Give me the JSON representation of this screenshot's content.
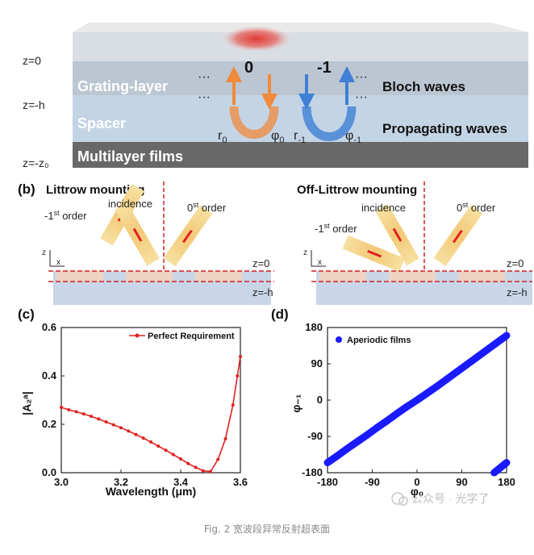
{
  "panel_a": {
    "z_labels": [
      "z=0",
      "z=-h",
      "z=-z₀"
    ],
    "layers": [
      "Grating-layer",
      "Spacer",
      "Multilayer films"
    ],
    "orders": [
      "0",
      "-1"
    ],
    "ellipsis": "···",
    "phase_labels": {
      "r0_main": "r",
      "r0_sub": "0",
      "phi0_main": "φ",
      "phi0_sub": "0",
      "rm1_main": "r",
      "rm1_sub": "-1",
      "phim1_main": "φ",
      "phim1_sub": "-1"
    },
    "wave_labels": [
      "Bloch waves",
      "Propagating waves"
    ],
    "colors": {
      "orange": "#f08a3c",
      "blue": "#3f7fd6",
      "laser": "#e0302a"
    }
  },
  "panel_b": {
    "label": "(b)",
    "left": {
      "title": "Littrow mounting",
      "beams": [
        "-1st order",
        "incidence",
        "0st order"
      ],
      "beam_main": [
        "-1",
        "incidence",
        "0"
      ],
      "beam_sup": [
        "st",
        "",
        "st"
      ],
      "beam_suffix": [
        " order",
        "",
        " order"
      ]
    },
    "right": {
      "title": "Off-Littrow mounting",
      "beam_main": [
        "-1",
        "incidence",
        "0"
      ],
      "beam_sup": [
        "st",
        "",
        "st"
      ],
      "beam_suffix": [
        " order",
        "",
        " order"
      ]
    },
    "z_labels": [
      "z=0",
      "z=-h"
    ],
    "axis_labels": {
      "z": "z",
      "x": "x"
    }
  },
  "chart_data": [
    {
      "type": "line",
      "panel": "(c)",
      "xlabel": "Wavelength (μm)",
      "ylabel": "|A₂ᵃ|",
      "xlim": [
        3.0,
        3.6
      ],
      "ylim": [
        0.0,
        0.6
      ],
      "xticks": [
        "3.0",
        "3.2",
        "3.4",
        "3.6"
      ],
      "yticks": [
        "0.0",
        "0.2",
        "0.4",
        "0.6"
      ],
      "series": [
        {
          "name": "Perfect Requirement",
          "color": "#e02020",
          "x": [
            3.0,
            3.025,
            3.05,
            3.075,
            3.1,
            3.125,
            3.15,
            3.175,
            3.2,
            3.225,
            3.25,
            3.275,
            3.3,
            3.325,
            3.35,
            3.375,
            3.4,
            3.425,
            3.45,
            3.475,
            3.5,
            3.525,
            3.55,
            3.575,
            3.59,
            3.6
          ],
          "y": [
            0.27,
            0.26,
            0.252,
            0.243,
            0.233,
            0.222,
            0.21,
            0.198,
            0.186,
            0.172,
            0.158,
            0.143,
            0.127,
            0.11,
            0.093,
            0.075,
            0.057,
            0.038,
            0.022,
            0.008,
            0.005,
            0.055,
            0.14,
            0.28,
            0.4,
            0.48
          ]
        }
      ],
      "legend": "top-right",
      "grid": false
    },
    {
      "type": "scatter",
      "panel": "(d)",
      "xlabel": "φ₀",
      "ylabel": "φ₋₁",
      "xlim": [
        -180,
        180
      ],
      "ylim": [
        -180,
        180
      ],
      "xticks": [
        "-180",
        "-90",
        "0",
        "90",
        "180"
      ],
      "yticks": [
        "-180",
        "-90",
        "0",
        "90",
        "180"
      ],
      "series": [
        {
          "name": "Aperiodic films",
          "color": "#1a1aff",
          "x": [
            -180,
            -160,
            -140,
            -120,
            -100,
            -80,
            -60,
            -40,
            -20,
            0,
            20,
            40,
            60,
            80,
            100,
            120,
            140,
            160,
            180
          ],
          "y": [
            -155,
            -138,
            -120,
            -103,
            -86,
            -68,
            -51,
            -33,
            -16,
            0,
            17,
            34,
            52,
            70,
            88,
            106,
            124,
            142,
            160
          ]
        },
        {
          "name": "",
          "color": "#1a1aff",
          "x": [
            155,
            160,
            165,
            170,
            175,
            180
          ],
          "y": [
            -180,
            -175,
            -170,
            -165,
            -160,
            -155
          ]
        }
      ],
      "legend": "top-left",
      "grid": false
    }
  ],
  "watermark": "公众号 · 光学了",
  "caption": "Fig. 2 宽波段异常反射超表面"
}
